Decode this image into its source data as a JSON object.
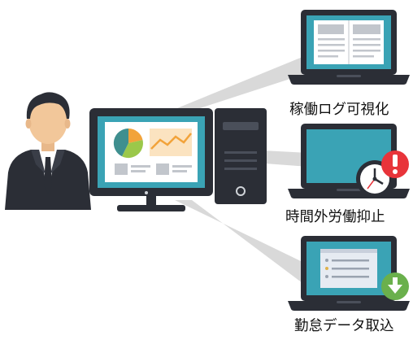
{
  "colors": {
    "screen_teal": "#3aa3b5",
    "device_dark": "#2b2e36",
    "connector_gray": "#d9d9d9",
    "alert_red": "#e8343a",
    "download_green": "#6ab04c",
    "pie_orange": "#f2a33a",
    "pie_green": "#9bc84a",
    "pie_teal": "#3f8f8f"
  },
  "nodes": [
    {
      "id": "log",
      "label": "稼働ログ可視化",
      "icon": "laptop-document-icon"
    },
    {
      "id": "overtime",
      "label": "時間外労働抑止",
      "icon": "laptop-clock-alert-icon"
    },
    {
      "id": "import",
      "label": "勤怠データ取込",
      "icon": "laptop-download-icon"
    }
  ],
  "center": {
    "icon": "desktop-computer-icon",
    "user_icon": "businessman-icon"
  }
}
